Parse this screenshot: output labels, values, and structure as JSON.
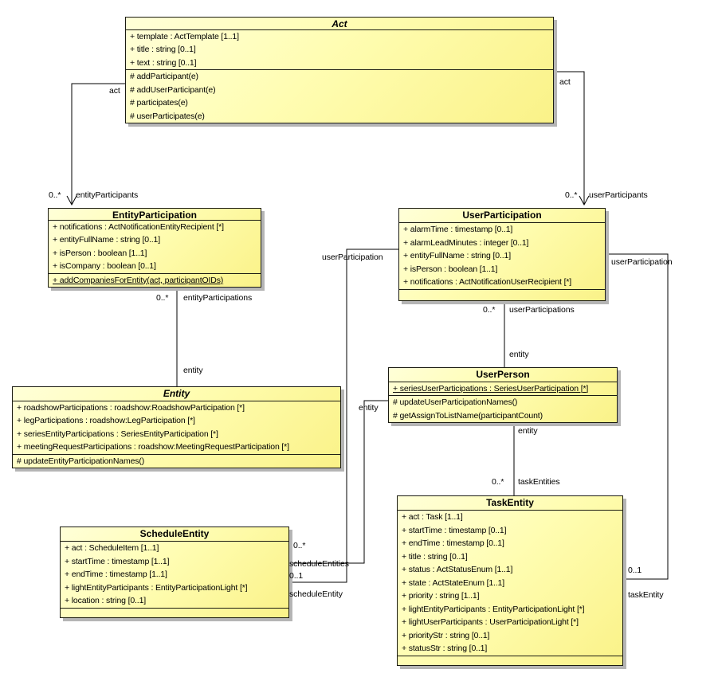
{
  "colors": {
    "background": "#ffffff",
    "class_fill_top": "#ffffd8",
    "class_fill_mid": "#fffdb2",
    "class_fill_bottom": "#faf288",
    "class_border": "#1b1b12",
    "drop_shadow": "#b5b5b5",
    "connector": "#000000",
    "text": "#000000"
  },
  "classes": {
    "act": {
      "name": "Act",
      "abstract": true,
      "attributes": [
        {
          "text": "+ template : ActTemplate [1..1]"
        },
        {
          "text": "+ title : string [0..1]"
        },
        {
          "text": "+ text : string [0..1]"
        }
      ],
      "operations": [
        {
          "text": "# addParticipant(e)"
        },
        {
          "text": "# addUserParticipant(e)"
        },
        {
          "text": "# participates(e)"
        },
        {
          "text": "# userParticipates(e)"
        }
      ]
    },
    "entity_participation": {
      "name": "EntityParticipation",
      "abstract": false,
      "attributes": [
        {
          "text": "+ notifications : ActNotificationEntityRecipient [*]"
        },
        {
          "text": "+ entityFullName : string [0..1]"
        },
        {
          "text": "+ isPerson : boolean [1..1]"
        },
        {
          "text": "+ isCompany : boolean [0..1]"
        }
      ],
      "operations": [
        {
          "text": "+ addCompaniesForEntity(act, participantOIDs)",
          "static": true
        }
      ]
    },
    "user_participation": {
      "name": "UserParticipation",
      "abstract": false,
      "attributes": [
        {
          "text": "+ alarmTime : timestamp [0..1]"
        },
        {
          "text": "+ alarmLeadMinutes : integer [0..1]"
        },
        {
          "text": "+ entityFullName : string [0..1]"
        },
        {
          "text": "+ isPerson : boolean [1..1]"
        },
        {
          "text": "+ notifications : ActNotificationUserRecipient [*]"
        }
      ],
      "operations": []
    },
    "entity": {
      "name": "Entity",
      "abstract": true,
      "attributes": [
        {
          "text": "+ roadshowParticipations : roadshow:RoadshowParticipation [*]"
        },
        {
          "text": "+ legParticipations : roadshow:LegParticipation [*]"
        },
        {
          "text": "+ seriesEntityParticipations : SeriesEntityParticipation [*]"
        },
        {
          "text": "+ meetingRequestParticipations : roadshow:MeetingRequestParticipation [*]"
        }
      ],
      "operations": [
        {
          "text": "# updateEntityParticipationNames()"
        }
      ]
    },
    "user_person": {
      "name": "UserPerson",
      "abstract": false,
      "attributes": [
        {
          "text": "+ seriesUserParticipations : SeriesUserParticipation [*]",
          "static": true
        }
      ],
      "operations": [
        {
          "text": "# updateUserParticipationNames()"
        },
        {
          "text": "# getAssignToListName(participantCount)"
        }
      ]
    },
    "schedule_entity": {
      "name": "ScheduleEntity",
      "abstract": false,
      "attributes": [
        {
          "text": "+ act : ScheduleItem [1..1]"
        },
        {
          "text": "+ startTime : timestamp [1..1]"
        },
        {
          "text": "+ endTime : timestamp [1..1]"
        },
        {
          "text": "+ lightEntityParticipants : EntityParticipationLight [*]"
        },
        {
          "text": "+ location : string [0..1]"
        }
      ],
      "operations": []
    },
    "task_entity": {
      "name": "TaskEntity",
      "abstract": false,
      "attributes": [
        {
          "text": "+ act : Task [1..1]"
        },
        {
          "text": "+ startTime : timestamp [0..1]"
        },
        {
          "text": "+ endTime : timestamp [0..1]"
        },
        {
          "text": "+ title : string [0..1]"
        },
        {
          "text": "+ status : ActStatusEnum [1..1]"
        },
        {
          "text": "+ state : ActStateEnum [1..1]"
        },
        {
          "text": "+ priority : string [1..1]"
        },
        {
          "text": "+ lightEntityParticipants : EntityParticipationLight [*]"
        },
        {
          "text": "+ lightUserParticipants : UserParticipationLight [*]"
        },
        {
          "text": "+ priorityStr : string [0..1]"
        },
        {
          "text": "+ statusStr : string [0..1]"
        }
      ],
      "operations": []
    }
  },
  "edges": {
    "act_entity_participation": {
      "source_role": "act",
      "target_multiplicity": "0..*",
      "target_role": "entityParticipants"
    },
    "act_user_participation": {
      "source_role": "act",
      "target_multiplicity": "0..*",
      "target_role": "userParticipants"
    },
    "entity_participation_entity": {
      "source_multiplicity": "0..*",
      "source_role": "entityParticipations",
      "target_role": "entity"
    },
    "user_participation_user_person": {
      "source_multiplicity": "0..*",
      "source_role": "userParticipations",
      "target_role": "entity"
    },
    "user_person_task_entity": {
      "source_role": "entity",
      "target_multiplicity": "0..*",
      "target_role": "taskEntities"
    },
    "user_participation_schedule_entity": {
      "source_role": "userParticipation",
      "target_multiplicity": "0..1",
      "target_role": "scheduleEntity"
    },
    "user_person_schedule_entity": {
      "source_role": "entity",
      "target_multiplicity": "0..*",
      "target_role": "scheduleEntities"
    },
    "user_participation_task_entity": {
      "source_role": "userParticipation",
      "target_multiplicity": "0..1",
      "target_role": "taskEntity"
    }
  }
}
